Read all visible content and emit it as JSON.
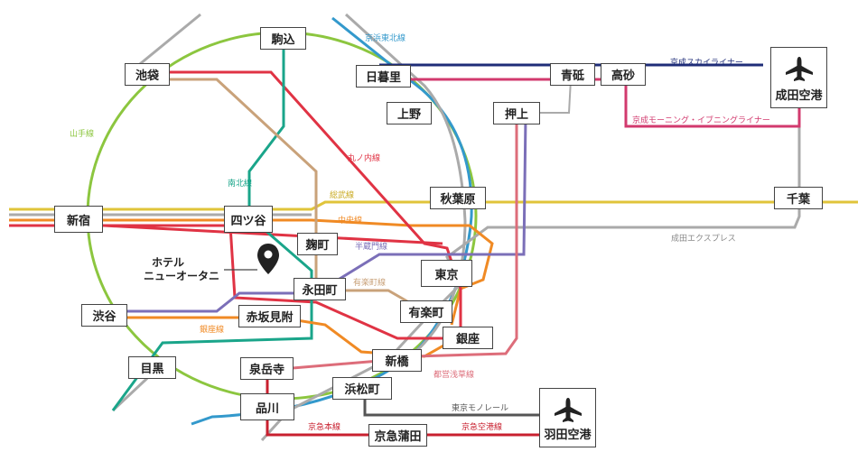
{
  "stations": {
    "komagome": "駒込",
    "ikebukuro": "池袋",
    "nippori": "日暮里",
    "aoto": "青砥",
    "takasago": "高砂",
    "ueno": "上野",
    "oshiage": "押上",
    "akihabara": "秋葉原",
    "shinjuku": "新宿",
    "yotsuya": "四ツ谷",
    "kojimachi": "麹町",
    "tokyo": "東京",
    "chiba": "千葉",
    "nagatacho": "永田町",
    "shibuya": "渋谷",
    "akasakamitsuke": "赤坂見附",
    "yurakucho": "有楽町",
    "ginza": "銀座",
    "meguro": "目黒",
    "shimbashi": "新橋",
    "sengakuji": "泉岳寺",
    "hamamatsucho": "浜松町",
    "shinagawa": "品川",
    "keikyukamata": "京急蒲田"
  },
  "airports": {
    "narita": "成田空港",
    "haneda": "羽田空港"
  },
  "hotel": {
    "line1": "ホテル",
    "line2": "ニューオータニ"
  },
  "line_labels": {
    "keihin_tohoku": "京浜東北線",
    "yamanote": "山手線",
    "namboku": "南北線",
    "marunouchi": "丸ノ内線",
    "sobu": "総武線",
    "chuo": "中央線",
    "hanzomon": "半蔵門線",
    "yurakucho": "有楽町線",
    "ginza": "銀座線",
    "asakusa": "都営浅草線",
    "skyliner": "京成スカイライナー",
    "morning_liner": "京成モーニング・イブニングライナー",
    "narita_express": "成田エクスプレス",
    "monorail": "東京モノレール",
    "keikyu_main": "京急本線",
    "keikyu_airport": "京急空港線"
  },
  "line_colors": {
    "keihin_tohoku": "#3399cc",
    "yamanote": "#8cc63f",
    "namboku": "#1aa58a",
    "marunouchi": "#e03344",
    "sobu": "#e0c43a",
    "chuo": "#f08a24",
    "hanzomon": "#7b6fb8",
    "yurakucho": "#c9a27a",
    "ginza": "#f08a24",
    "asakusa": "#dd6d7a",
    "skyliner": "#1f2d78",
    "morning_liner": "#d23a6e",
    "narita_express": "#aaaaaa",
    "monorail": "#555555",
    "keikyu": "#c8202f"
  }
}
